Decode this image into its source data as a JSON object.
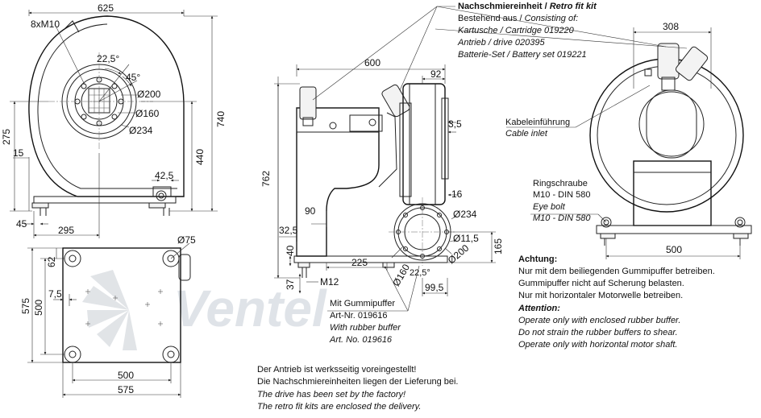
{
  "watermark": "Ventel",
  "front_view": {
    "dims": [
      "625",
      "8xM10",
      "22,5°",
      "45°",
      "Ø200",
      "Ø160",
      "Ø234",
      "740",
      "275",
      "440",
      "15",
      "42,5",
      "45",
      "295"
    ]
  },
  "top_view": {
    "dims": [
      "Ø75",
      "62",
      "575",
      "500",
      "7,5",
      "500",
      "575"
    ]
  },
  "side_view": {
    "dims": [
      "600",
      "92",
      "3,5",
      "762",
      "16",
      "90",
      "Ø234",
      "32,5",
      "Ø11,5",
      "Ø200",
      "165",
      "40",
      "225",
      "22,5°",
      "37",
      "M12",
      "Ø160",
      "99,5"
    ]
  },
  "right_view": {
    "dims": [
      "308",
      "500"
    ]
  },
  "retrofit": {
    "title": "Nachschmiereinheit / ",
    "title_en": "Retro fit kit",
    "line1_de": "Bestehend aus / ",
    "line1_en": "Consisting of:",
    "line2": "Kartusche / Cartridge 019220",
    "line3": "Antrieb / drive 020395",
    "line4": "Batterie-Set / Battery set 019221"
  },
  "cable_inlet": {
    "de": "Kabeleinführung",
    "en": "Cable inlet"
  },
  "eye_bolt": {
    "de1": "Ringschraube",
    "de2": "M10 - DIN 580",
    "en1": "Eye bolt",
    "en2": "M10 - DIN 580"
  },
  "rubber_buffer": {
    "de1": "Mit Gummipuffer",
    "de2": "Art-Nr. 019616",
    "en1": "With rubber buffer",
    "en2": "Art. No. 019616"
  },
  "attention": {
    "title_de": "Achtung:",
    "de1": "Nur mit dem beiliegenden Gummipuffer betreiben.",
    "de2": "Gummipuffer nicht auf Scherung belasten.",
    "de3": "Nur mit horizontaler Motorwelle betreiben.",
    "title_en": "Attention:",
    "en1": "Operate only with enclosed rubber buffer.",
    "en2": "Do not strain the rubber buffers to shear.",
    "en3": "Operate only with horizontal motor shaft."
  },
  "footer": {
    "de1": "Der Antrieb ist werksseitig voreingestellt!",
    "de2": "Die Nachschmiereinheiten liegen der Lieferung bei.",
    "en1": "The drive has been set by the factory!",
    "en2": "The retro fit kits are enclosed the delivery."
  }
}
